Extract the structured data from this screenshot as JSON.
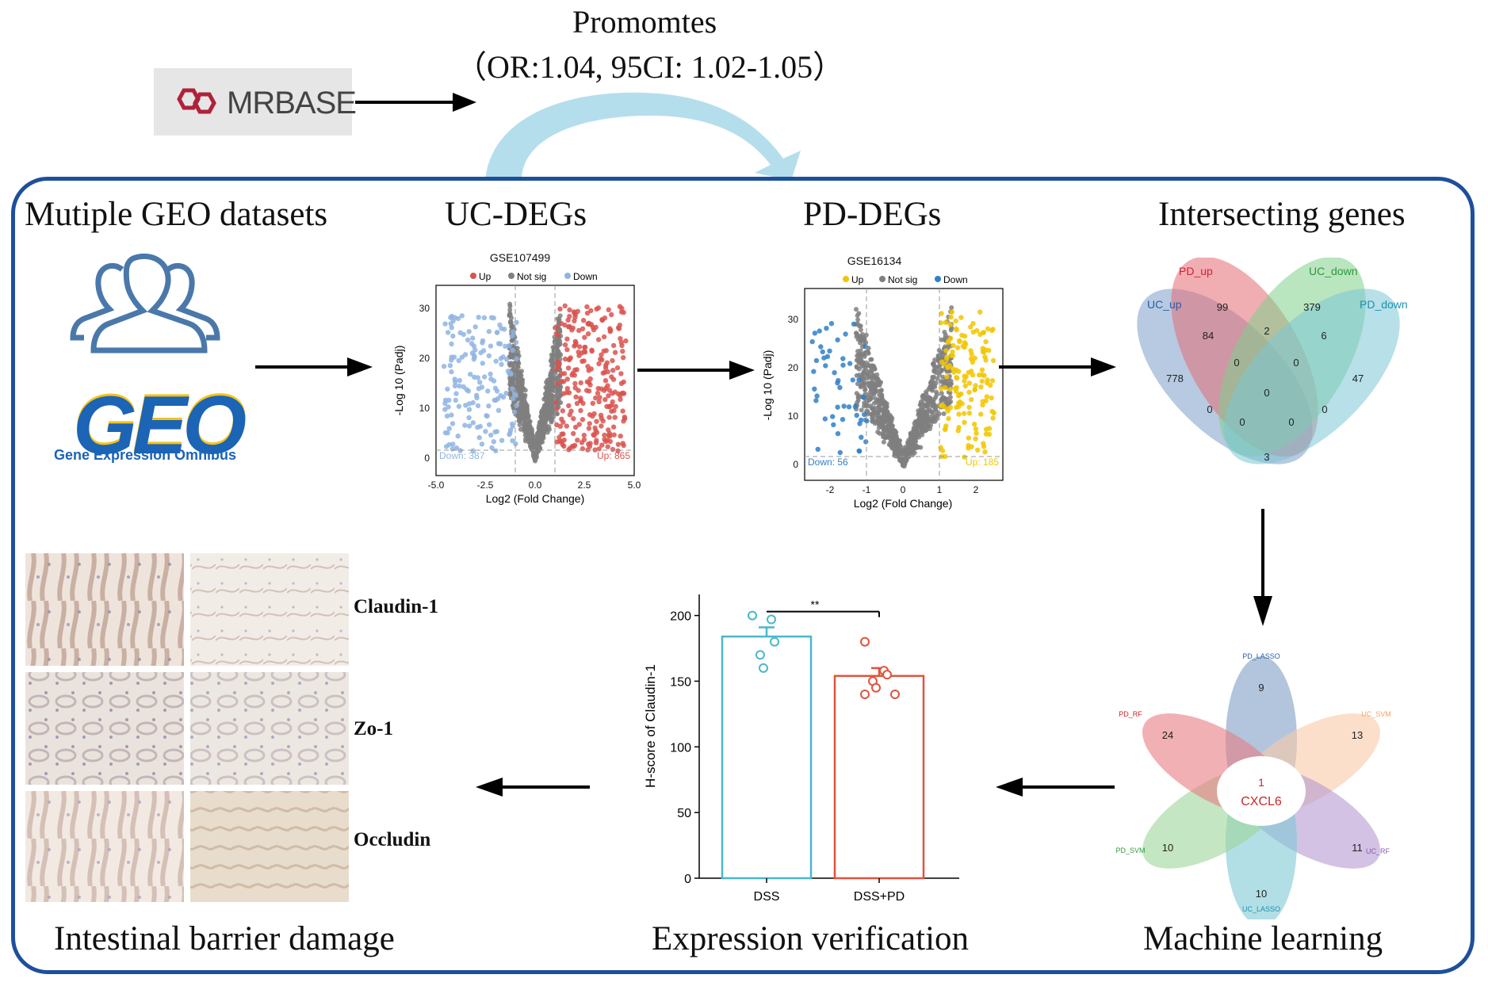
{
  "header": {
    "promo_label": "Promomtes",
    "promo_stats": "（OR:1.04, 95CI: 1.02-1.05）",
    "mrbase_logo": "MRBASE"
  },
  "panels": {
    "geo": {
      "title": "Mutiple GEO datasets",
      "logo_text": "GEO",
      "logo_sub": "Gene Expression Omnibus"
    },
    "uc": {
      "title": "UC-DEGs",
      "plot_title": "GSE107499",
      "legend": [
        "Up",
        "Not sig",
        "Down"
      ],
      "down_label": "Down: 387",
      "up_label": "Up: 865",
      "xlabel": "Log2 (Fold Change)",
      "ylabel": "-Log 10 (Padj)",
      "xticks": [
        "-5.0",
        "-2.5",
        "0.0",
        "2.5",
        "5.0"
      ],
      "yticks": [
        "0",
        "10",
        "20",
        "30"
      ],
      "colors": {
        "up": "#d9534f",
        "notsig": "#7f7f7f",
        "down": "#8fb4e3"
      }
    },
    "pd": {
      "title": "PD-DEGs",
      "plot_title": "GSE16134",
      "legend": [
        "Up",
        "Not sig",
        "Down"
      ],
      "down_label": "Down: 56",
      "up_label": "Up: 185",
      "xlabel": "Log2 (Fold Change)",
      "ylabel": "-Log 10 (Padj)",
      "xticks": [
        "-2",
        "-1",
        "0",
        "1",
        "2"
      ],
      "yticks": [
        "0",
        "10",
        "20",
        "30"
      ],
      "colors": {
        "up": "#f2c500",
        "notsig": "#7f7f7f",
        "down": "#2f80c8"
      }
    },
    "venn": {
      "title": "Intersecting genes",
      "sets": [
        {
          "name": "UC_up",
          "color": "#7b9fc9"
        },
        {
          "name": "PD_up",
          "color": "#e46c74"
        },
        {
          "name": "UC_down",
          "color": "#7fcf8a"
        },
        {
          "name": "PD_down",
          "color": "#7cc7d6"
        }
      ],
      "counts": [
        "778",
        "99",
        "379",
        "47",
        "84",
        "2",
        "6",
        "0",
        "0",
        "0",
        "0",
        "0",
        "0",
        "0",
        "3"
      ]
    },
    "ml": {
      "title": "Machine learning",
      "petals": [
        {
          "name": "PD_LASSO",
          "count": "9",
          "color": "#7f9fc6"
        },
        {
          "name": "UC_SVM",
          "count": "13",
          "color": "#f8c9a8"
        },
        {
          "name": "UC_RF",
          "count": "11",
          "color": "#b59ad0"
        },
        {
          "name": "UC_LASSO",
          "count": "10",
          "color": "#7ec8d6"
        },
        {
          "name": "PD_SVM",
          "count": "10",
          "color": "#9ed69a"
        },
        {
          "name": "PD_RF",
          "count": "24",
          "color": "#e87b82"
        }
      ],
      "center_count": "1",
      "center_gene": "CXCL6"
    },
    "expr": {
      "title": "Expression verification",
      "ylabel": "H-score of Claudin-1",
      "sig_label": "**"
    },
    "ihc": {
      "title": "Intestinal barrier damage",
      "rows": [
        "Claudin-1",
        "Zo-1",
        "Occludin"
      ]
    }
  },
  "chart_data": {
    "type": "bar",
    "categories": [
      "DSS",
      "DSS+PD"
    ],
    "values": [
      184,
      154
    ],
    "errors": [
      7,
      6
    ],
    "points": [
      [
        200,
        197,
        180,
        170,
        160
      ],
      [
        180,
        158,
        155,
        150,
        145,
        140,
        140
      ]
    ],
    "series_colors": [
      "#4bb7c9",
      "#e0533e"
    ],
    "ylabel": "H-score of Claudin-1",
    "ylim": [
      0,
      210
    ],
    "yticks": [
      "0",
      "50",
      "100",
      "150",
      "200"
    ]
  }
}
